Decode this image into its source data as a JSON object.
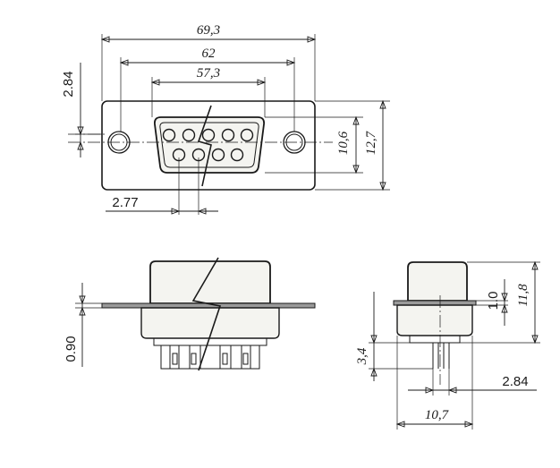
{
  "dimensions": {
    "overall_width": "69,3",
    "mounting_pitch": "62",
    "shell_width": "57,3",
    "top_offset": "2.84",
    "shell_height": "10,6",
    "flange_height": "12,7",
    "pin_pitch": "2.77",
    "flange_thickness": "0.90",
    "flange_to_top": "1.0",
    "total_height": "11,8",
    "pin_length": "3,4",
    "pin_row_spacing": "2.84",
    "side_depth": "10,7"
  }
}
